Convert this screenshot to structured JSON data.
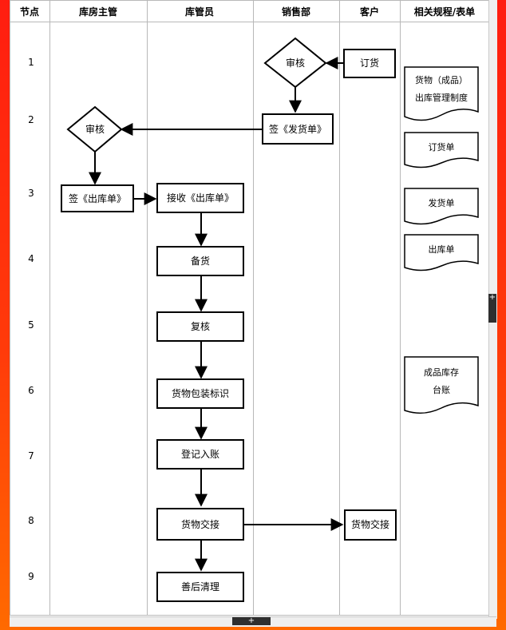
{
  "columns": [
    "节点",
    "库房主管",
    "库管员",
    "销售部",
    "客户",
    "相关规程/表单"
  ],
  "rows": [
    "1",
    "2",
    "3",
    "4",
    "5",
    "6",
    "7",
    "8",
    "9"
  ],
  "nodes": {
    "review_sales": "审核",
    "order": "订货",
    "sign_delivery": "签《发货单》",
    "review_mgr": "审核",
    "sign_outbound": "签《出库单》",
    "receive_outbound": "接收《出库单》",
    "prepare": "备货",
    "recheck": "复核",
    "label": "货物包装标识",
    "register": "登记入账",
    "handover": "货物交接",
    "handover_customer": "货物交接",
    "cleanup": "善后清理"
  },
  "documents": {
    "doc1_line1": "货物（成品）",
    "doc1_line2": "出库管理制度",
    "doc2": "订货单",
    "doc3": "发货单",
    "doc4": "出库单",
    "doc5_line1": "成品库存",
    "doc5_line2": "台账"
  },
  "controls": {
    "expand_symbol": "+"
  },
  "colors": {
    "frame": "#ff2a0c",
    "lines": "#000000",
    "grid": "#b8b8b8"
  }
}
